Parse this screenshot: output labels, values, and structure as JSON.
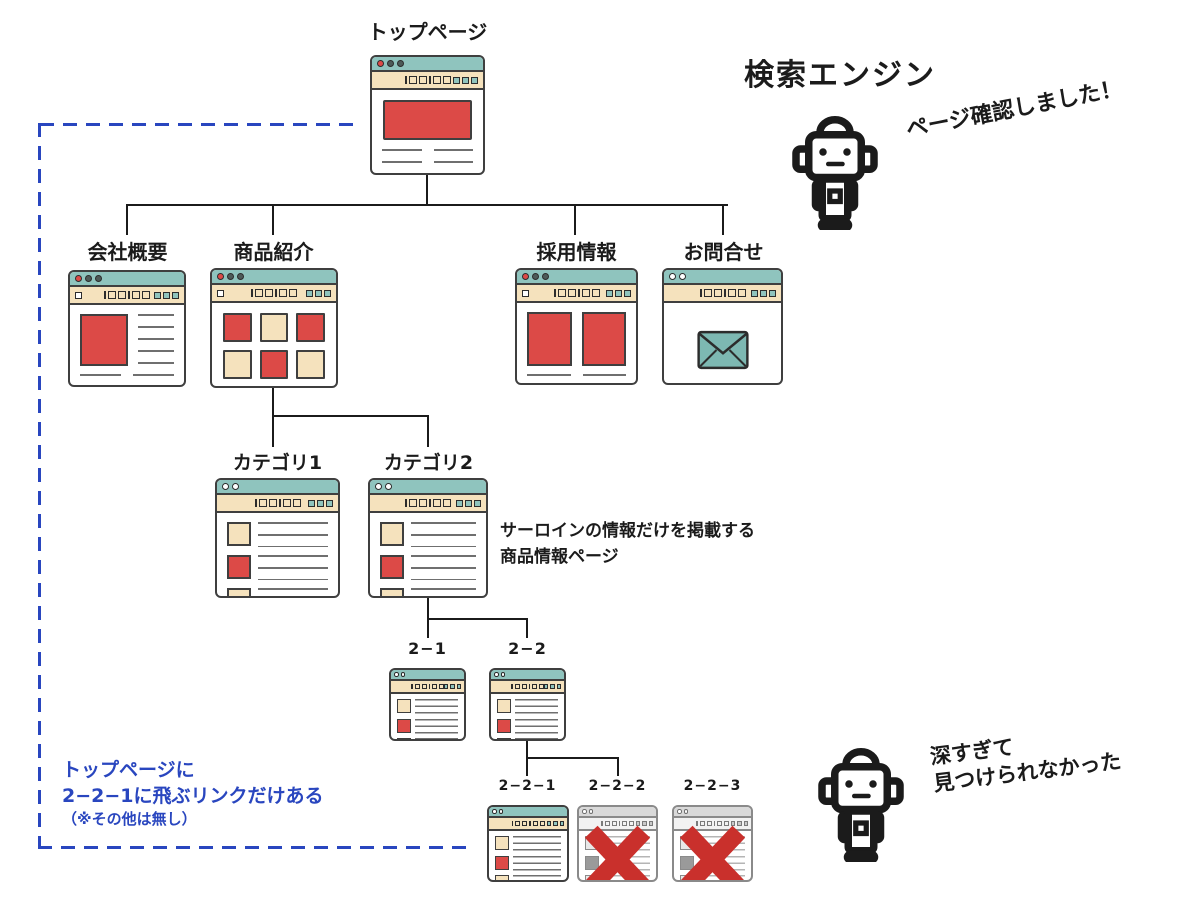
{
  "annotations": {
    "search_engine_title": "検索エンジン",
    "robot_top_caption": "ページ確認しました！",
    "robot_bottom_caption": [
      "深すぎて",
      "見つけられなかった"
    ],
    "sirloin_note": [
      "サーロインの情報だけを掲載する",
      "商品情報ページ"
    ],
    "blue_note": [
      "トップページに",
      "2−2−1に飛ぶリンクだけある",
      "（※その他は無し）"
    ]
  },
  "nodes": {
    "home": {
      "label": "トップページ"
    },
    "about": {
      "label": "会社概要"
    },
    "products": {
      "label": "商品紹介"
    },
    "recruit": {
      "label": "採用情報"
    },
    "contact": {
      "label": "お問合せ"
    },
    "category1": {
      "label": "カテゴリ1"
    },
    "category2": {
      "label": "カテゴリ2"
    },
    "p21": {
      "label": "2−1"
    },
    "p22": {
      "label": "2−2"
    },
    "p221": {
      "label": "2−2−1"
    },
    "p222": {
      "label": "2−2−2"
    },
    "p223": {
      "label": "2−2−3"
    }
  },
  "windows": {
    "browser_chrome_pattern": "100100",
    "products_grid": [
      "red",
      "cream",
      "red",
      "cream",
      "red",
      "cream",
      "cream",
      "red",
      "red"
    ],
    "crossed_out_pages": [
      "2−2−2",
      "2−2−3"
    ]
  },
  "icons": {
    "robot": "robot-icon",
    "envelope": "envelope-icon",
    "red_x": "red-x-icon",
    "window_dots": "window-control-dots"
  },
  "colors": {
    "teal": "#8fc4be",
    "cream": "#f5e2bd",
    "red": "#dc4a47",
    "border": "#3f3f3f",
    "line": "#6f6f6f",
    "blue": "#2946bf",
    "x_red": "#c9302c",
    "gray_mid": "#9a9a9a",
    "ink": "#1b1b1b"
  }
}
